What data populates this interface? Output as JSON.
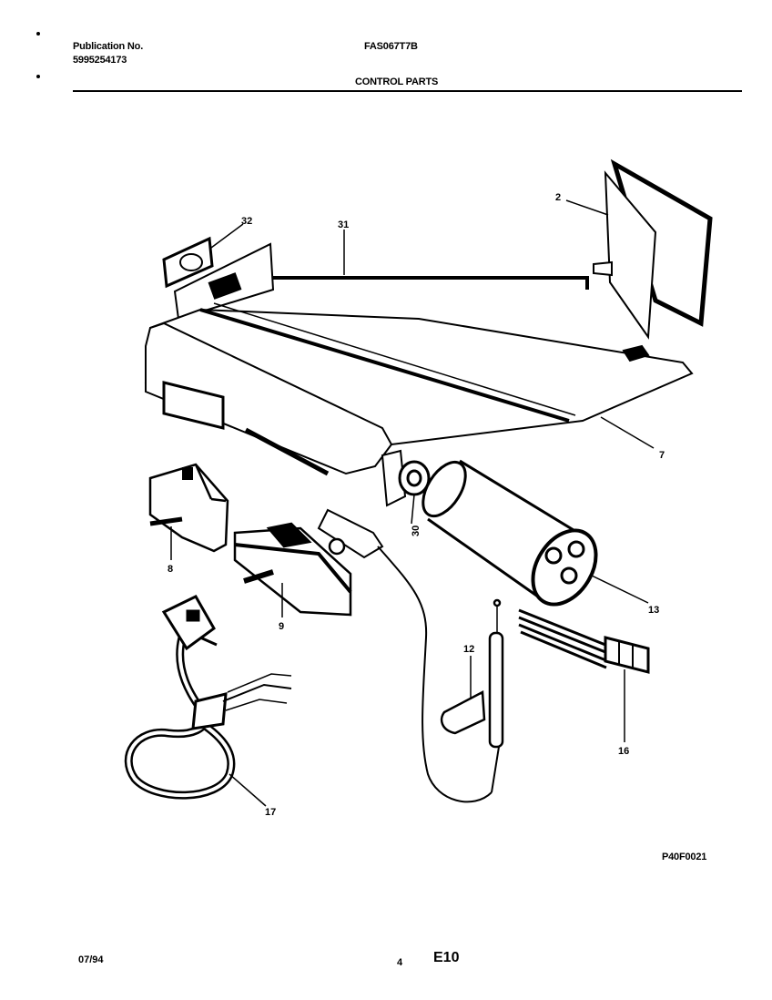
{
  "header": {
    "publication_label": "Publication No.",
    "publication_number": "5995254173",
    "model": "FAS067T7B",
    "section_title": "CONTROL PARTS"
  },
  "callouts": [
    "2",
    "31",
    "32",
    "7",
    "30",
    "13",
    "8",
    "9",
    "12",
    "16",
    "17"
  ],
  "figure_code": "P40F0021",
  "footer": {
    "date": "07/94",
    "page_number": "4",
    "page_code": "E10"
  }
}
